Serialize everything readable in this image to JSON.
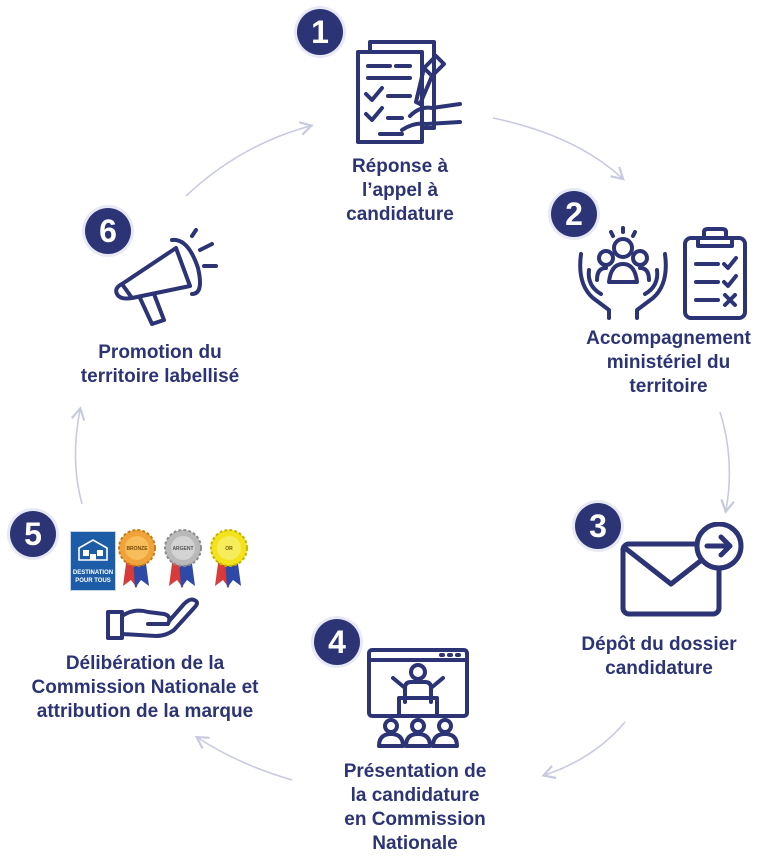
{
  "steps": [
    {
      "number": "1",
      "label": "Réponse à\nl’appel à\ncandidature"
    },
    {
      "number": "2",
      "label": "Accompagnement\nministériel du\nterritoire"
    },
    {
      "number": "3",
      "label": "Dépôt du dossier\ncandidature"
    },
    {
      "number": "4",
      "label": "Présentation de\nla candidature\nen Commission\nNationale"
    },
    {
      "number": "5",
      "label": "Délibération de la\nCommission Nationale et\nattribution de la marque"
    },
    {
      "number": "6",
      "label": "Promotion du\nterritoire labellisé"
    }
  ],
  "logo": {
    "line1": "DESTINATION",
    "line2": "POUR TOUS"
  },
  "medals": [
    {
      "label": "BRONZE",
      "color": "#f0a33a"
    },
    {
      "label": "ARGENT",
      "color": "#b9b9b9"
    },
    {
      "label": "OR",
      "color": "#f3e21c"
    }
  ],
  "colors": {
    "primary": "#2c3476",
    "arrow": "#c8cbe0"
  }
}
